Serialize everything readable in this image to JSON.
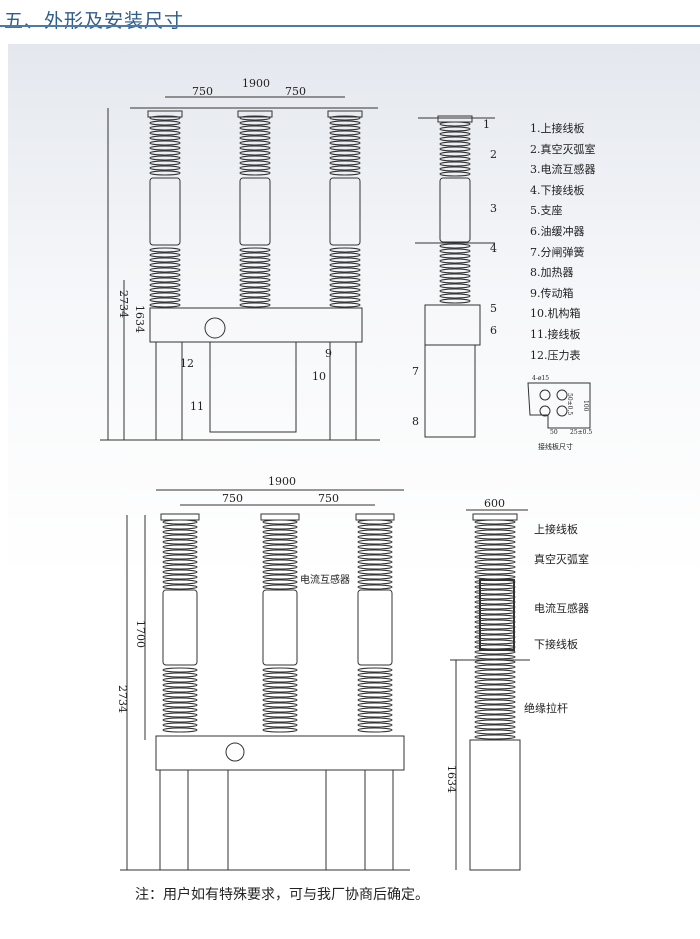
{
  "title": "五、外形及安装尺寸",
  "top_view": {
    "dims": {
      "overall": "1900",
      "left_pitch": "750",
      "right_pitch": "750",
      "total_height": "2734",
      "base_height": "1634"
    },
    "callouts": [
      "1",
      "2",
      "3",
      "4",
      "5",
      "6",
      "7",
      "8",
      "9",
      "10",
      "11",
      "12"
    ],
    "legend": [
      "1.上接线板",
      "2.真空灭弧室",
      "3.电流互感器",
      "4.下接线板",
      "5.支座",
      "6.油缓冲器",
      "7.分闸弹簧",
      "8.加热器",
      "9.传动箱",
      "10.机构箱",
      "11.接线板",
      "12.压力表"
    ],
    "plate": {
      "holes": "4-ø15",
      "height_dim": "50±0.5",
      "total_dim": "100",
      "width_dim": "50",
      "edge_dim": "25±0.5",
      "caption": "接线板尺寸"
    }
  },
  "bottom_view": {
    "dims": {
      "overall": "1900",
      "left_pitch": "750",
      "right_pitch": "750",
      "ct_height": "1700",
      "total_height": "2734",
      "side_width": "600",
      "side_base": "1634"
    },
    "front_label": "电流互感器",
    "side_labels": [
      "上接线板",
      "真空灭弧室",
      "电流互感器",
      "下接线板",
      "绝缘拉杆"
    ]
  },
  "note": "注：用户如有特殊要求，可与我厂协商后确定。"
}
